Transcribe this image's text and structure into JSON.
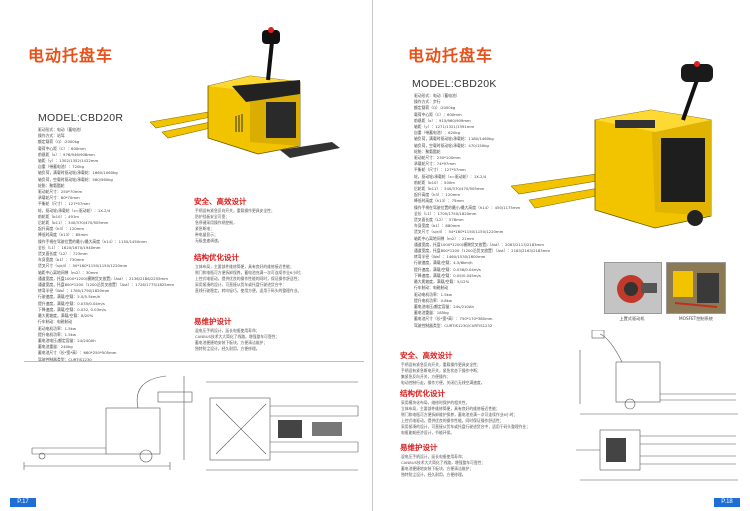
{
  "left_page": {
    "title": "电动托盘车",
    "model": "MODEL:CBD20R",
    "specs": [
      "驱动形式：电动（蓄电池）",
      "操作方式：站驾",
      "额定载荷（Q）:2000kg",
      "载荷中心距（C）：600mm",
      "前悬距（x）：976/946/908mm",
      "轴距（y）：1302/1352/1422mm",
      "自重（带蓄电池）：720kg",
      "轴负荷，满载时驱动轮/承载轮：1660/1060kg",
      "轴负荷，空载时驱动轮/承载轮：560/560kg",
      "轮胎：聚氨酯轮",
      "驱动轮尺寸：250*70mm",
      "承载轮尺寸：80*70mm",
      "平衡轮（尺寸）：127*57mm",
      "轮，驱动轮/承载轮（x=驱动轮）：1X-2/4",
      "前轮距（b10）：491m",
      "后轮距（b11）：340/370/470/505mm",
      "起升高度（h3）：120mm",
      "降低时高度（h13）：85mm",
      "操作手柄在驾驶位置的最小/最大高度（h14）：1150/1450mm",
      "全长（L1）：1620/1670/1940mm",
      "货叉面长度（L2）：723mm",
      "车身宽度（b1）：730mm",
      "货叉尺寸（s/e/l）：50*160*1150/1150/1220mm",
      "轴距中心离地间隙（m2）：30mm",
      "通道宽度，托盘1000*1200(横跨货叉放置)（Ast）：2136/2186/2255mm",
      "通道宽度，托盘800*1200（1200沿货叉放置）（Ast）：1726/1775/1825mm",
      "转弯半径（Wa）：1760/1790/1820mm",
      "行驶速度，满载/空载：5.0/5.5km/h",
      "提升速度，满载/空载：0.035/0.04m/s",
      "下降速度，满载/空载：0.032, 0.03m/s",
      "最大爬坡度，满载/空载：8/20%",
      "行车制动：电磁制动",
      "驱动电机功率：1.5kw",
      "提升电机功率：1.5kw",
      "蓄电池电压/额定容量：24/240Ah",
      "蓄电池重量：240kg",
      "蓄电池尺寸（长*宽*高）：660*250*505mm",
      "驾驶控制器类型：CURTIS1230"
    ],
    "sections": [
      {
        "heading": "安全、高效设计",
        "lines": [
          "手柄设有紧急反向开关，重载操作更具安全性；",
          "防护挡板安全可靠；",
          "急停键采用操作柄控制，",
          "紧急断电；",
          "带电量显示；",
          "无级变速调速。"
        ]
      },
      {
        "heading": "结构优化设计",
        "lines": [
          "立体布局，主要部件维修简便，具有良好的维修接近性能；",
          "侧门和电瓶可方便拆卸保养，蓄电池充满一次可连续作业6小时；",
          "上控式电驱动，提供优良的操作性能的同时，保证操作舒适性；",
          "采用紧凑的设计，可直接从货车或托盘行驶进货台中：",
          "直线行驶稳定，转向轻巧，使用方便，适用于码头的整理作业。"
        ]
      },
      {
        "heading": "易维护设计",
        "lines": [
          "混电压手柄设计，延长电瓶使用寿命；",
          "CANBUS技术大大简化了线路，增强整车可靠性；",
          "蓄电池便捷地安装下板块，方便清洁维护；",
          "独特防尘设计，经久耐用，方便修理。"
        ]
      }
    ],
    "page_number": "P.17"
  },
  "right_page": {
    "title": "电动托盘车",
    "model": "MODEL:CBD20K",
    "specs": [
      "驱动形式：电动（蓄电池）",
      "操作方式：步行",
      "额定载荷（Q）:2000kg",
      "载荷中心距（C）：600mm",
      "前悬距（x）：915/960/909mm",
      "轴距（y）：1271/1321/1391mm",
      "自重（带蓄电池）：620kg",
      "轴负荷，满载时驱动轮/承载轮：1180/1460kg",
      "轴负荷，空载时驱动轮/承载轮：470/150kg",
      "轮胎：聚氨酯轮",
      "驱动轮尺寸：230*100mm",
      "承载轮尺寸：74*97mm",
      "平衡轮（尺寸）：127*57mm",
      "轮，驱动轮/承载轮（x=驱动轮）：1X-2/4",
      "前轮距（b10）：500m",
      "后轮距（b11）：340/370/470/505mm",
      "起升高度（h3）：120mm",
      "降低时高度（h13）：75mm",
      "操作手柄在驾驶位置的最小/最大高度（h14）：450/1175mm",
      "全长（L1）：1700/1750/1820mm",
      "货叉面长度（L2）：578mm",
      "车身宽度（b1）：880mm",
      "货叉尺寸（s/e/l）：54*180*1150/1150/1220mm",
      "轴距中心离地间隙（m2）：21mm",
      "通道宽度，托盘1000*1200(横跨货叉放置)（Ast）：2063/2113/2183mm",
      "通道宽度，托盘800*1200（1200沿货叉放置）（Ast）：2163/2163/2183mm",
      "转弯半径（Wa）：1460/1530/1600mm",
      "行驶速度，满载/空载：4.5/6km/h",
      "提升速度，满载/空载：0.036/0.04m/s",
      "下降速度，满载/空载：0.05/0.045m/s",
      "最大爬坡度，满载/空载：5/12%",
      "行车制动：电磁制动",
      "驱动电机功率：1.5kw",
      "提升电机功率：0.8kw",
      "蓄电池电压/额定容量：24v/210Ah",
      "蓄电池重量：185kg",
      "蓄电池尺寸（长*宽*高）：750*170*380mm",
      "驾驶控制器类型：CURTIS1230/CURTIS1232"
    ],
    "photo_captions": [
      "上置式驱动机",
      "MOSFET控制系统"
    ],
    "sections": [
      {
        "heading": "安全、高效设计",
        "lines": [
          "手柄设有紧急反向开关，重载操作更具安全性；",
          "手柄设有紧急断电开关，紧急状态下操作中断；",
          "集紧急反向开关，方便操作；",
          "电动控制行走，操作方便，关闭后无线空满速度。"
        ]
      },
      {
        "heading": "结构优化设计",
        "lines": [
          "采用模块化布局，维修时保护的相关性，",
          "立体布局，主要部件维修简便，具有良好的维修接近性能；",
          "侧门和电瓶可方便拆卸维护保养，蓄电池充满一次可连续作业6小时；",
          "上控式电驱动，提供优良的操作性能，同时保证操作舒适性；",
          "采用紧凑的设计，可直接从货车或托盘行驶进货台中，适用于码头整理作业；",
          "电瓶能耗经济设计，节能环保。"
        ]
      },
      {
        "heading": "易维护设计",
        "lines": [
          "混电压手柄设计，延长电瓶使用寿命；",
          "CANBUS技术大大简化了线路，增强整车可靠性；",
          "蓄电池便捷地安装下板块，方便清洁维护；",
          "独特防尘设计，经久耐用，方便修理。"
        ]
      }
    ],
    "page_number": "P.18"
  },
  "colors": {
    "title": "#e8521a",
    "section_heading": "#d81e1e",
    "truck_yellow": "#f2c400",
    "page_tab": "#1d6fd6"
  },
  "icons": [
    "pallet-truck-photo",
    "technical-drawing",
    "drive-motor-photo",
    "controller-photo"
  ]
}
